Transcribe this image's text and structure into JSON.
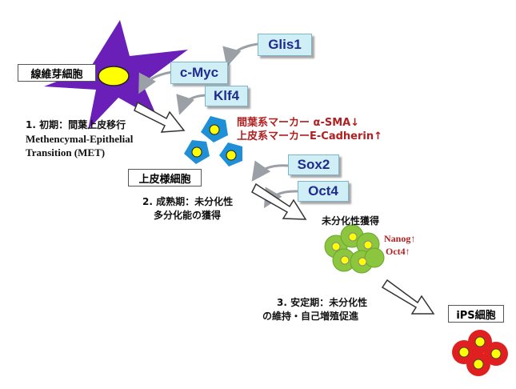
{
  "labels": {
    "fibroblast": "線維芽細胞",
    "epithelial": "上皮様細胞",
    "undiff_acquired": "未分化性獲得",
    "ips": "iPS細胞"
  },
  "factors": {
    "glis1": "Glis1",
    "cmyc": "c-Myc",
    "klf4": "Klf4",
    "sox2": "Sox2",
    "oct4": "Oct4"
  },
  "stages": {
    "s1_title": "1. 初期：間葉上皮移行",
    "s1_line2": "Methencymal-Epithelial",
    "s1_line3": "Transition (MET)",
    "s2_title": "2. 成熟期：未分化性",
    "s2_line2": "多分化能の獲得",
    "s3_title": "3. 安定期：未分化性",
    "s3_line2": "の維持・自己増殖促進"
  },
  "markers": {
    "mesenchymal": "間葉系マーカー α-SMA↓",
    "epithelial": "上皮系マーカーE-Cadherin↑",
    "nanog": "Nanog↑",
    "oct4": "Oct4↑"
  },
  "colors": {
    "fibroblast": "#6a1fb8",
    "nucleus": "#ffff00",
    "epithelial_cell": "#1f8fd6",
    "colony": "#8cc63f",
    "ips_cell": "#e02020",
    "factor_box": "#cfeef6",
    "factor_text": "#1f2b8f",
    "marker_text": "#b02020"
  }
}
